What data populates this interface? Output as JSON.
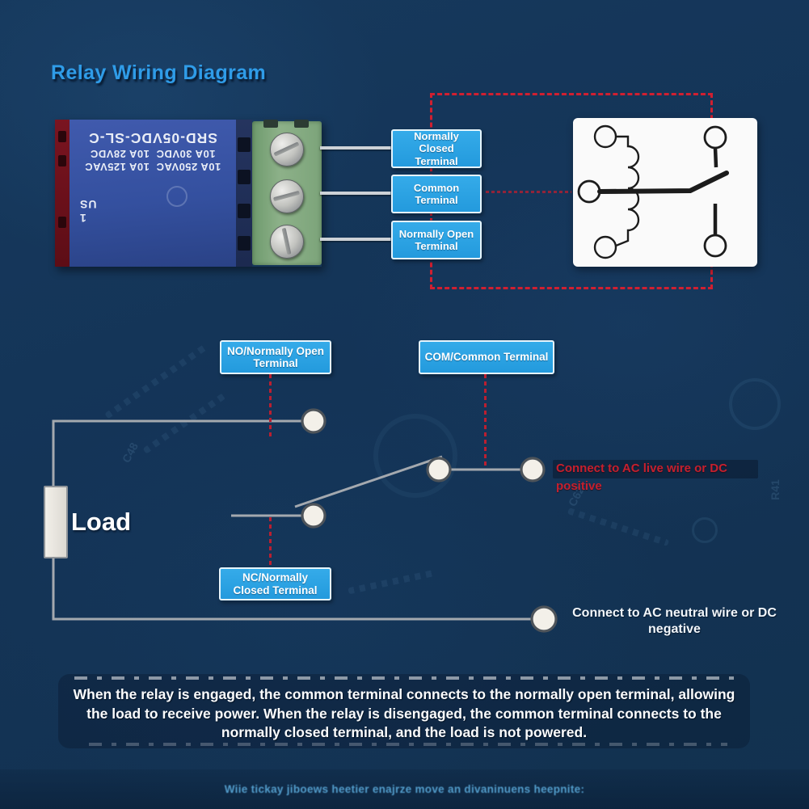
{
  "title": "Relay Wiring Diagram",
  "relay_photo": {
    "print_lines": {
      "digit": "1",
      "us": "US",
      "rating_ac": "10A 250VAC  10A 125VAC",
      "rating_dc": "10A 30VDC  10A 28VDC",
      "model": "SRD-05VDC-SL-C"
    }
  },
  "terminal_labels": [
    {
      "label": "Normally Closed Terminal"
    },
    {
      "label": "Common Terminal"
    },
    {
      "label": "Normally Open Terminal"
    }
  ],
  "wiring_labels": {
    "no": "NO/Normally Open Terminal",
    "com": "COM/Common Terminal",
    "nc": "NC/Normally Closed Terminal"
  },
  "load_label": "Load",
  "connections": {
    "live": "Connect to AC live wire or DC positive",
    "neutral": "Connect to AC neutral wire or DC negative"
  },
  "description": "When the relay is engaged, the common terminal connects to the normally open terminal, allowing the load to receive power. When the relay is disengaged, the common terminal connects to the normally closed terminal, and the load is not powered.",
  "footer_note": "Wiie tickay jiboews heetier enajrze move an divaninuens heepnite:",
  "colors": {
    "background": "#143457",
    "accent_blue": "#2aa2e4",
    "title_blue": "#2f9ce8",
    "dashed_red": "#d01f30",
    "live_red": "#c5202e",
    "relay_blue": "#34509f",
    "terminal_green": "#8db189"
  }
}
